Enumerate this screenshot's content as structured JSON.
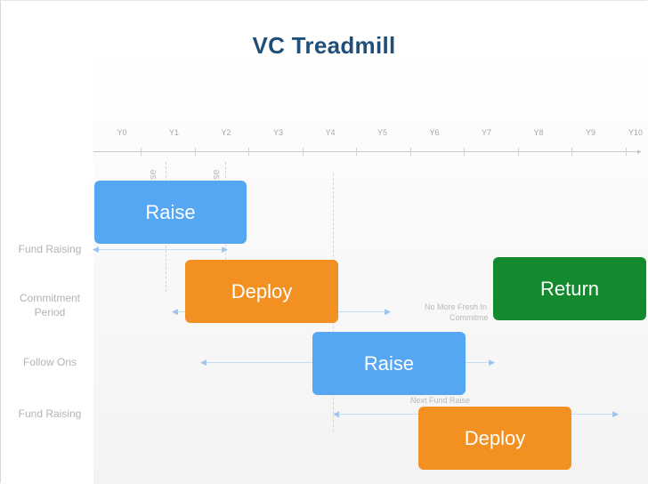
{
  "title": "VC Treadmill",
  "axis": {
    "years": [
      "Y0",
      "Y1",
      "Y2",
      "Y3",
      "Y4",
      "Y5",
      "Y6",
      "Y7",
      "Y8",
      "Y9",
      "Y10"
    ]
  },
  "row_labels": {
    "fund_raising_1": "Fund Raising",
    "commitment_period": "Commitment Period",
    "follow_ons": "Follow Ons",
    "fund_raising_2": "Fund Raising"
  },
  "blocks": {
    "raise_1": "Raise",
    "deploy_1": "Deploy",
    "return": "Return",
    "raise_2": "Raise",
    "deploy_2": "Deploy"
  },
  "notes": {
    "no_more_fresh": "No More Fresh In",
    "commitment_fragment": "Commitme",
    "next_fund_raise": "Next Fund Raise",
    "rotated_fragment_1": "se",
    "rotated_fragment_2": "se"
  },
  "colors": {
    "raise": "#55a7f4",
    "deploy": "#f29021",
    "return": "#138a2d",
    "title": "#1f4e79"
  }
}
